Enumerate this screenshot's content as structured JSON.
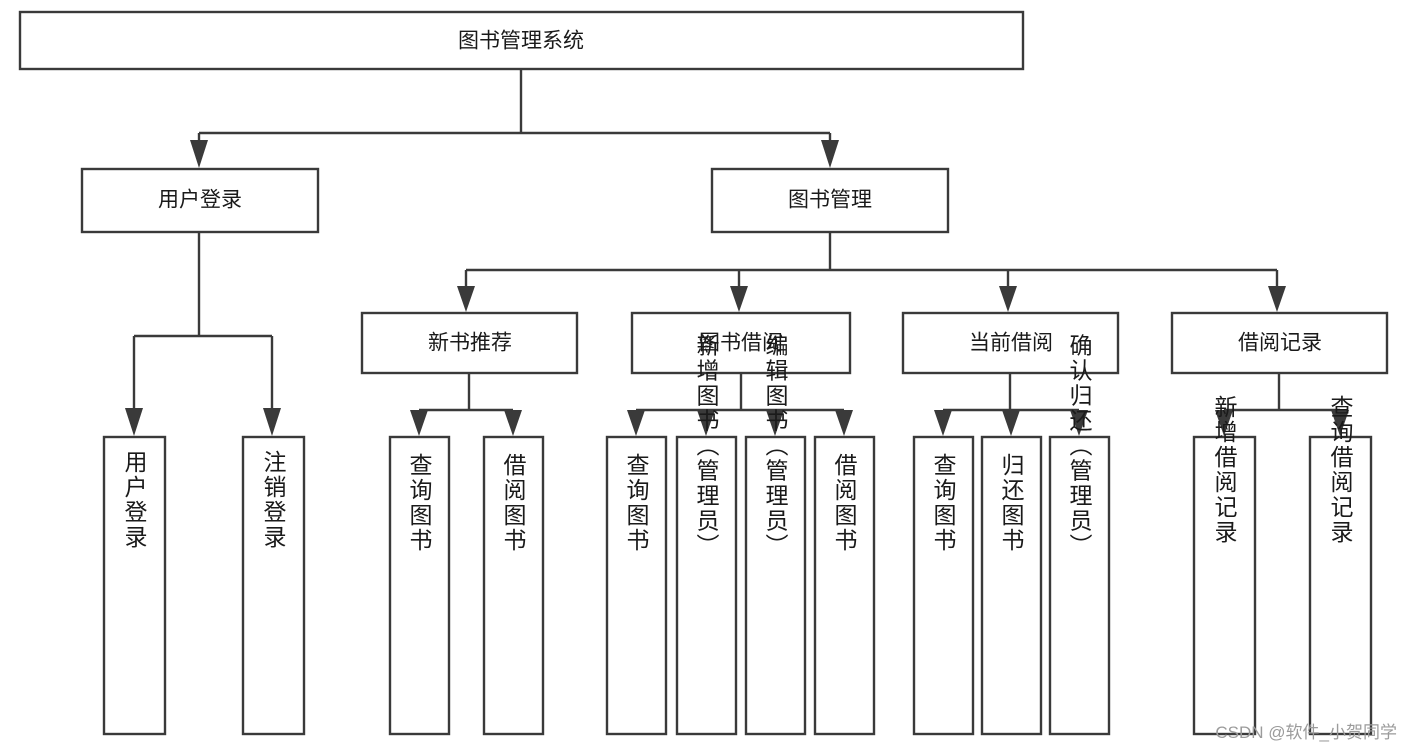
{
  "diagram": {
    "type": "tree-hierarchy",
    "title": "图书管理系统",
    "watermark": "CSDN @软件_小贺同学",
    "colors": {
      "stroke": "#3a3a3a",
      "fill": "#ffffff",
      "text": "#1a1a1a",
      "watermark": "#9b9b9b",
      "background": "#ffffff"
    },
    "root": {
      "label": "图书管理系统"
    },
    "level2": [
      {
        "label": "用户登录"
      },
      {
        "label": "图书管理"
      }
    ],
    "level3": [
      {
        "label": "新书推荐"
      },
      {
        "label": "图书借阅"
      },
      {
        "label": "当前借阅"
      },
      {
        "label": "借阅记录"
      }
    ],
    "leaves": {
      "user_login": [
        {
          "label": "用户登录"
        },
        {
          "label": "注销登录"
        }
      ],
      "new_book_recommend": [
        {
          "label": "查询图书"
        },
        {
          "label": "借阅图书"
        }
      ],
      "book_borrow": [
        {
          "label": "查询图书"
        },
        {
          "label": "新增图书（管理员）"
        },
        {
          "label": "编辑图书（管理员）"
        },
        {
          "label": "借阅图书"
        }
      ],
      "current_borrow": [
        {
          "label": "查询图书"
        },
        {
          "label": "归还图书"
        },
        {
          "label": "确认归还（管理员）"
        }
      ],
      "borrow_record": [
        {
          "label": "新增借阅记录"
        },
        {
          "label": "查询借阅记录"
        }
      ]
    }
  }
}
